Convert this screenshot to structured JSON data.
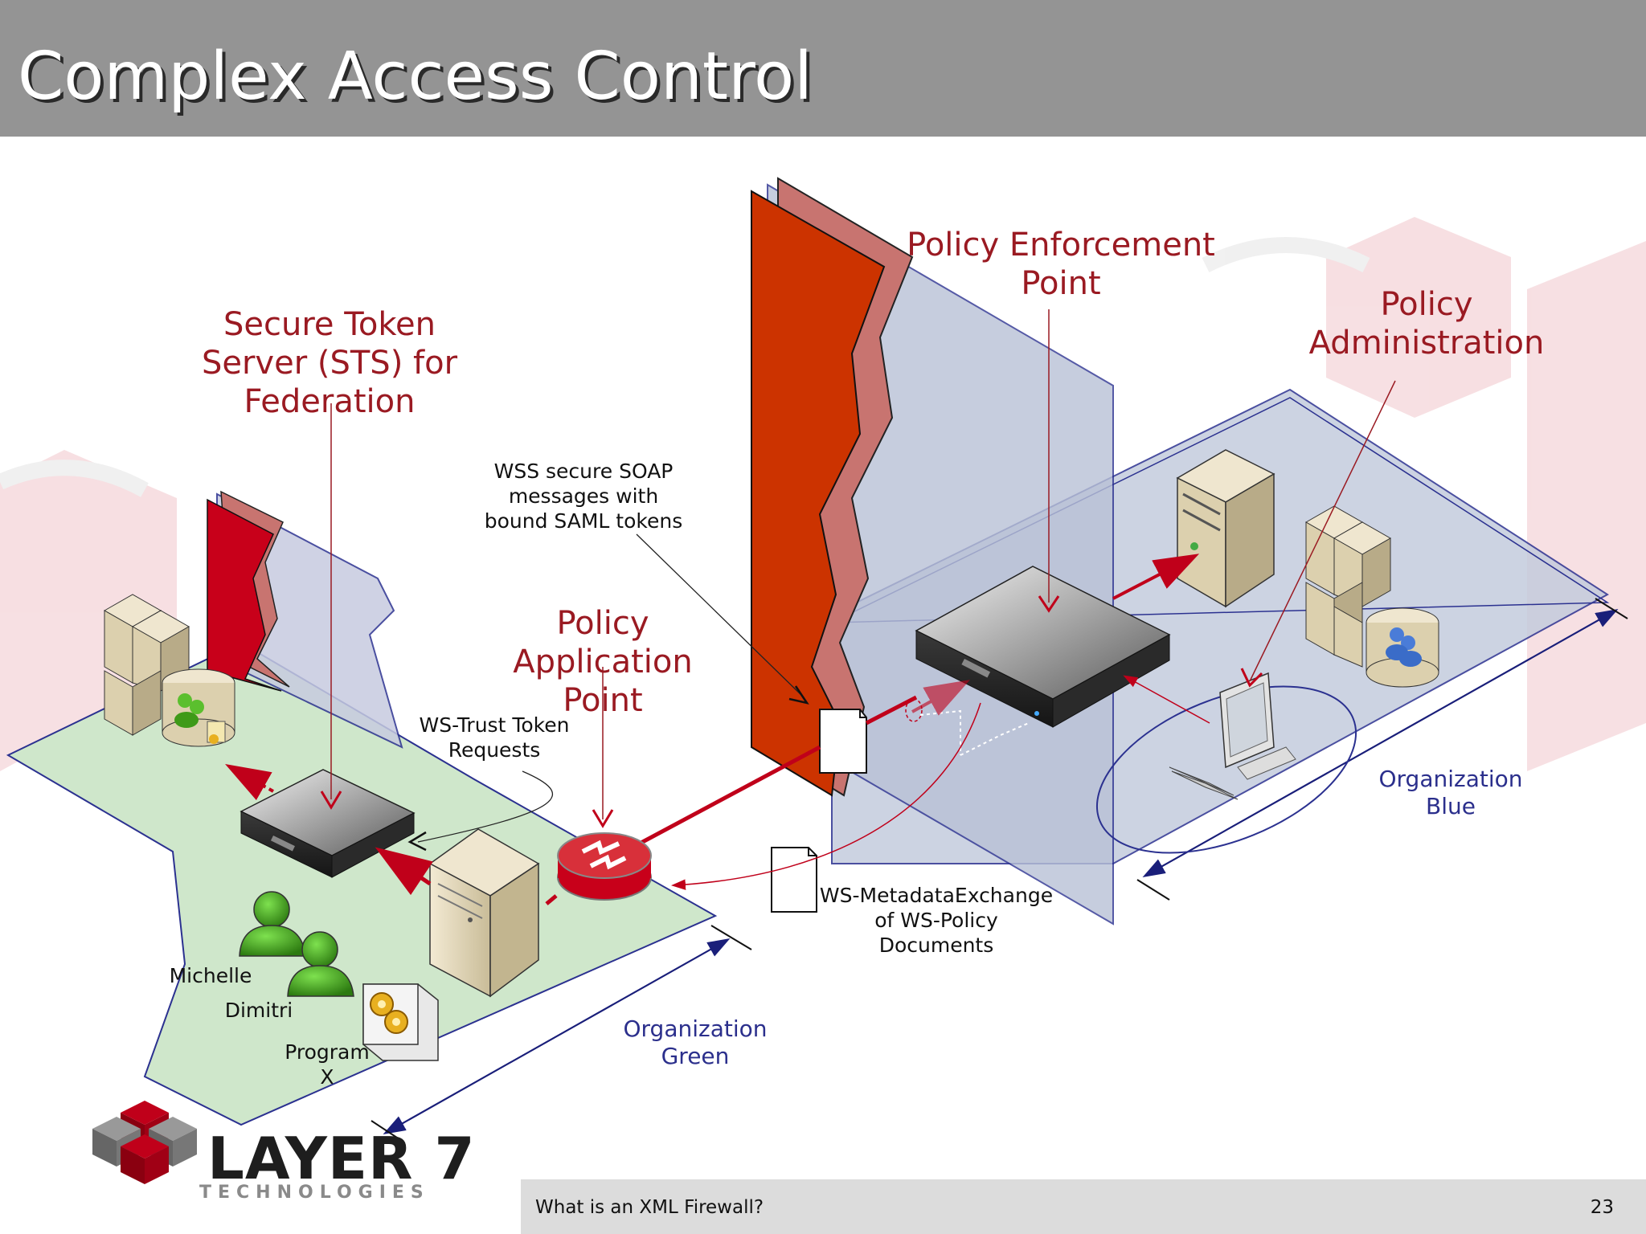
{
  "slide": {
    "title": "Complex Access Control",
    "footer_text": "What is an XML Firewall?",
    "page_number": "23"
  },
  "labels": {
    "sts": "Secure Token\nServer (STS) for\nFederation",
    "pep": "Policy Enforcement\nPoint",
    "pa": "Policy\nAdministration",
    "pap": "Policy\nApplication\nPoint",
    "wss": "WSS secure SOAP\nmessages with\nbound SAML tokens",
    "wstrust": "WS-Trust Token\nRequests",
    "wsmex": "WS-MetadataExchange\nof WS-Policy\nDocuments",
    "org_green": "Organization\nGreen",
    "org_blue": "Organization\nBlue",
    "michelle": "Michelle",
    "dimitri": "Dimitri",
    "program_x": "Program\nX"
  },
  "logo": {
    "word": "LAYER 7",
    "sub": "TECHNOLOGIES"
  },
  "colors": {
    "accent_red": "#c0001a",
    "label_red": "#9a1a22",
    "label_blue": "#2b2f8c",
    "green_zone": "#cde6c8",
    "blue_zone": "#c4ccdd"
  }
}
